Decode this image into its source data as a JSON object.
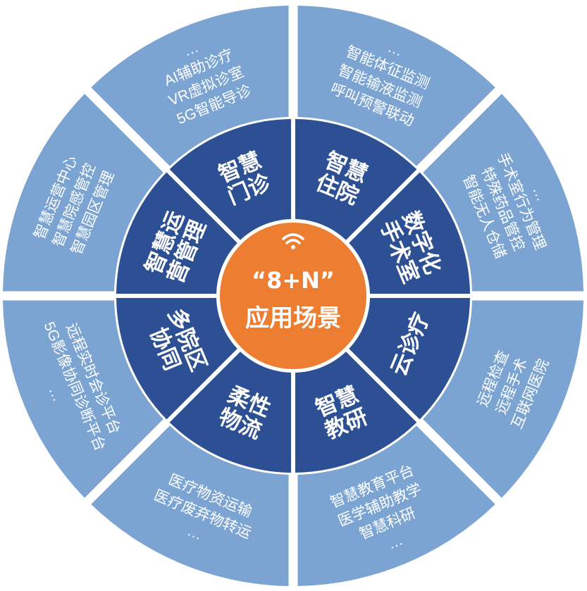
{
  "colors": {
    "outer_ring": "#7ba4d3",
    "inner_ring": "#2c5093",
    "center": "#ec7d31",
    "separator": "#ffffff",
    "text": "#ffffff"
  },
  "center": {
    "icon": "wifi-icon",
    "line1": "“8+N”",
    "line2": "应用场景"
  },
  "segments": [
    {
      "title": [
        "智慧",
        "住院"
      ],
      "items": [
        "…",
        "智能体征监测",
        "智能输液监测",
        "呼叫预警联动"
      ]
    },
    {
      "title": [
        "数字化",
        "手术室"
      ],
      "items": [
        "…",
        "手术室行为管理",
        "特殊药品管控",
        "智能无人仓储"
      ]
    },
    {
      "title": [
        "云诊疗"
      ],
      "items": [
        "远程检查",
        "远程手术",
        "互联网医院"
      ]
    },
    {
      "title": [
        "智慧",
        "教研"
      ],
      "items": [
        "智慧教育平台",
        "医学辅助教学",
        "智慧科研",
        "…"
      ]
    },
    {
      "title": [
        "柔性",
        "物流"
      ],
      "items": [
        "医疗物资运输",
        "医疗废弃物转运",
        "…"
      ]
    },
    {
      "title": [
        "多院区",
        "协同"
      ],
      "items": [
        "远程实时会诊平台",
        "5G影像协同诊断平台",
        "…"
      ]
    },
    {
      "title": [
        "智慧运",
        "营管理"
      ],
      "items": [
        "智慧运营中心",
        "智慧院感管控",
        "智慧园区管理"
      ]
    },
    {
      "title": [
        "智慧",
        "门诊"
      ],
      "items": [
        "…",
        "AI辅助诊疗",
        "VR虚拟诊室",
        "5G智能导诊"
      ]
    }
  ]
}
